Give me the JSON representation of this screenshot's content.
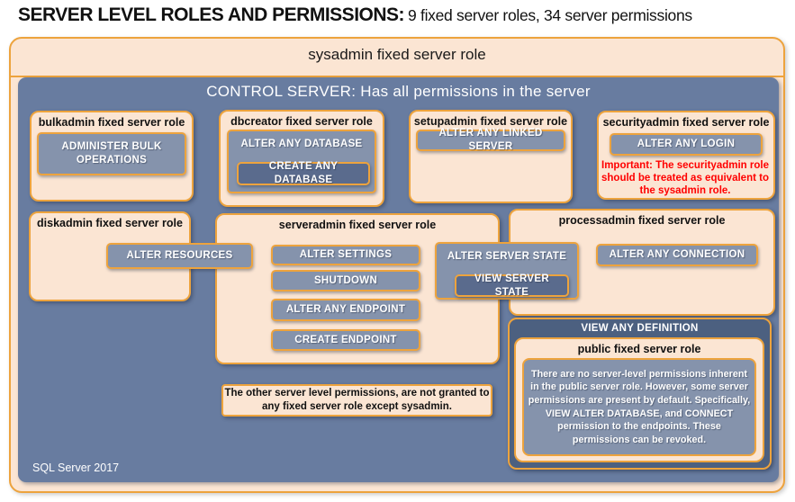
{
  "title": {
    "heading": "SERVER LEVEL ROLES AND PERMISSIONS:",
    "subtitle": "9 fixed server roles, 34 server permissions"
  },
  "sysadmin": {
    "label": "sysadmin fixed server role"
  },
  "control": {
    "header": "CONTROL SERVER: Has all permissions in the server",
    "footer": "SQL Server 2017"
  },
  "roles": {
    "bulkadmin": {
      "title": "bulkadmin fixed server role",
      "perm": "ADMINISTER BULK OPERATIONS"
    },
    "dbcreator": {
      "title": "dbcreator fixed server role",
      "perm_outer": "ALTER ANY DATABASE",
      "perm_inner": "CREATE ANY DATABASE"
    },
    "setupadmin": {
      "title": "setupadmin fixed server role",
      "perm": "ALTER ANY LINKED SERVER"
    },
    "securityadmin": {
      "title": "securityadmin fixed server role",
      "perm": "ALTER ANY LOGIN",
      "note": "Important: The securityadmin role should be treated as equivalent to the sysadmin role."
    },
    "diskadmin": {
      "title": "diskadmin fixed server role",
      "perm": "ALTER RESOURCES"
    },
    "serveradmin": {
      "title": "serveradmin fixed server role",
      "perms": [
        "ALTER SETTINGS",
        "SHUTDOWN",
        "ALTER ANY ENDPOINT",
        "CREATE ENDPOINT"
      ],
      "state_outer": "ALTER SERVER STATE",
      "state_inner": "VIEW SERVER STATE"
    },
    "processadmin": {
      "title": "processadmin fixed server role",
      "perm": "ALTER ANY CONNECTION"
    },
    "public_role": {
      "header": "VIEW ANY DEFINITION",
      "title": "public fixed server role",
      "description": "There are no server-level permissions inherent in the public server role. However, some server permissions are present by default. Specifically, VIEW ALTER DATABASE, and CONNECT permission to the endpoints. These permissions can be revoked."
    }
  },
  "notes": {
    "other": "The other server level permissions, are not granted to any fixed server role except sysadmin."
  },
  "colors": {
    "peach": "#fbe5d3",
    "gold_border": "#eda33d",
    "panel_blue": "#687ca0",
    "button_blue": "#8593ac",
    "button_dark_blue": "#5a6b8d",
    "definition_blue": "#4c6080",
    "warning_red": "#ff0000"
  }
}
